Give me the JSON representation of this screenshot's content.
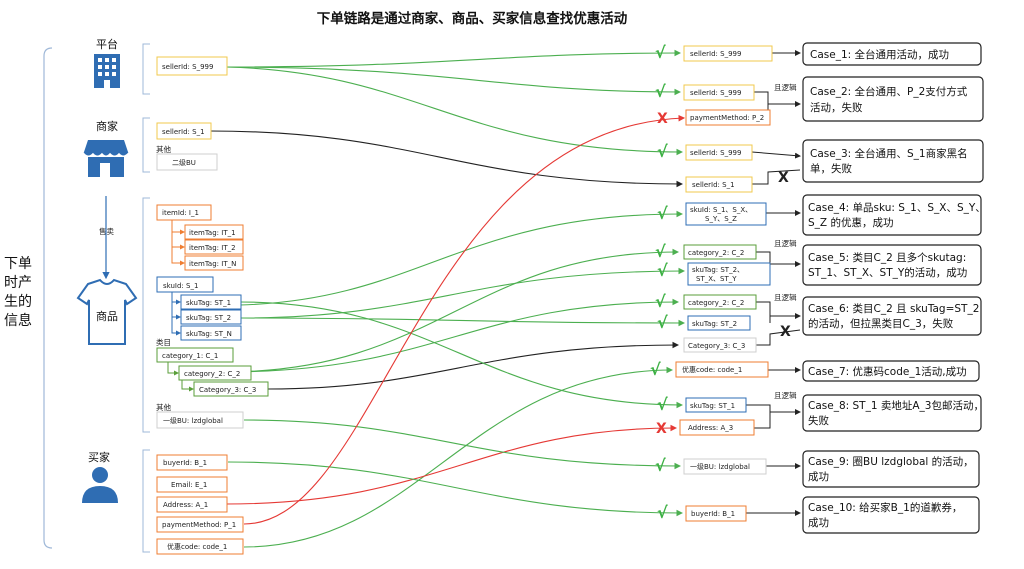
{
  "title": "下单链路是通过商家、商品、买家信息查找优惠活动",
  "side_label": [
    "下单",
    "时产",
    "生的",
    "信息"
  ],
  "entities": {
    "platform": "平台",
    "merchant": "商家",
    "product": "商品",
    "buyer": "买家"
  },
  "small_labels": {
    "other_merchant": "其他",
    "sell": "售卖",
    "category": "类目",
    "other_product": "其他",
    "and_logic": "且逻辑"
  },
  "left_nodes": {
    "platform_seller": "sellerId: S_999",
    "merchant_seller": "sellerId: S_1",
    "merchant_bu": "二级BU",
    "item_id": "itemId: I_1",
    "item_tag_1": "itemTag: IT_1",
    "item_tag_2": "itemTag: IT_2",
    "item_tag_n": "itemTag: IT_N",
    "sku_id": "skuId: S_1",
    "sku_tag_1": "skuTag: ST_1",
    "sku_tag_2": "skuTag: ST_2",
    "sku_tag_n": "skuTag: ST_N",
    "category_1": "category_1: C_1",
    "category_2": "category_2: C_2",
    "category_3": "Category_3: C_3",
    "bu_global": "一级BU: lzdglobal",
    "buyer_id": "buyerId: B_1",
    "email": "Email: E_1",
    "address": "Address: A_1",
    "payment": "paymentMethod: P_1",
    "coupon": "优惠code: code_1"
  },
  "right_nodes": {
    "c1_seller": "sellerId: S_999",
    "c2_seller": "sellerId: S_999",
    "c2_payment": "paymentMethod: P_2",
    "c3_seller999": "sellerId: S_999",
    "c3_seller1": "sellerId: S_1",
    "c4_sku_l1": "skuId: S_1、S_X、",
    "c4_sku_l2": "S_Y、S_Z",
    "c5_category": "category_2: C_2",
    "c5_tag_l1": "skuTag: ST_2、",
    "c5_tag_l2": "ST_X、ST_Y",
    "c6_category": "category_2: C_2",
    "c6_tag": "skuTag: ST_2",
    "c6_category3": "Category_3: C_3",
    "c7_coupon": "优惠code: code_1",
    "c8_tag": "skuTag: ST_1",
    "c8_address": "Address: A_3",
    "c9_bu": "一级BU: lzdglobal",
    "c10_buyer": "buyerId: B_1"
  },
  "marks": {
    "check": "√",
    "cross_red": "X",
    "cross_black": "X"
  },
  "cases": {
    "case1": [
      "Case_1: 全台通用活动，成功"
    ],
    "case2": [
      "Case_2: 全台通用、P_2支付方式",
      "活动，失败"
    ],
    "case3": [
      "Case_3: 全台通用、S_1商家黑名",
      "单，失败"
    ],
    "case4": [
      "Case_4: 单品sku: S_1、S_X、S_Y、",
      "S_Z 的优惠，成功"
    ],
    "case5": [
      "Case_5: 类目C_2 且多个skutag:",
      "ST_1、ST_X、ST_Y的活动，成功"
    ],
    "case6": [
      "Case_6: 类目C_2 且 skuTag=ST_2",
      "的活动，但拉黑类目C_3，失败"
    ],
    "case7": [
      "Case_7: 优惠码code_1活动,成功"
    ],
    "case8": [
      "Case_8: ST_1 卖地址A_3包邮活动，",
      "失败"
    ],
    "case9": [
      "Case_9: 圈BU lzdglobal 的活动，",
      "成功"
    ],
    "case10": [
      "Case_10: 给买家B_1的道歉券，",
      "成功"
    ]
  },
  "colors": {
    "green": "#4caf50",
    "orange": "#ef7d31",
    "blue": "#2e6db4",
    "dkgreen": "#5a9e3a",
    "yellow": "#f2c94c",
    "red": "#e53935",
    "black": "#222222",
    "check_green": "#3cb043",
    "icon_blue": "#2f6db3"
  }
}
